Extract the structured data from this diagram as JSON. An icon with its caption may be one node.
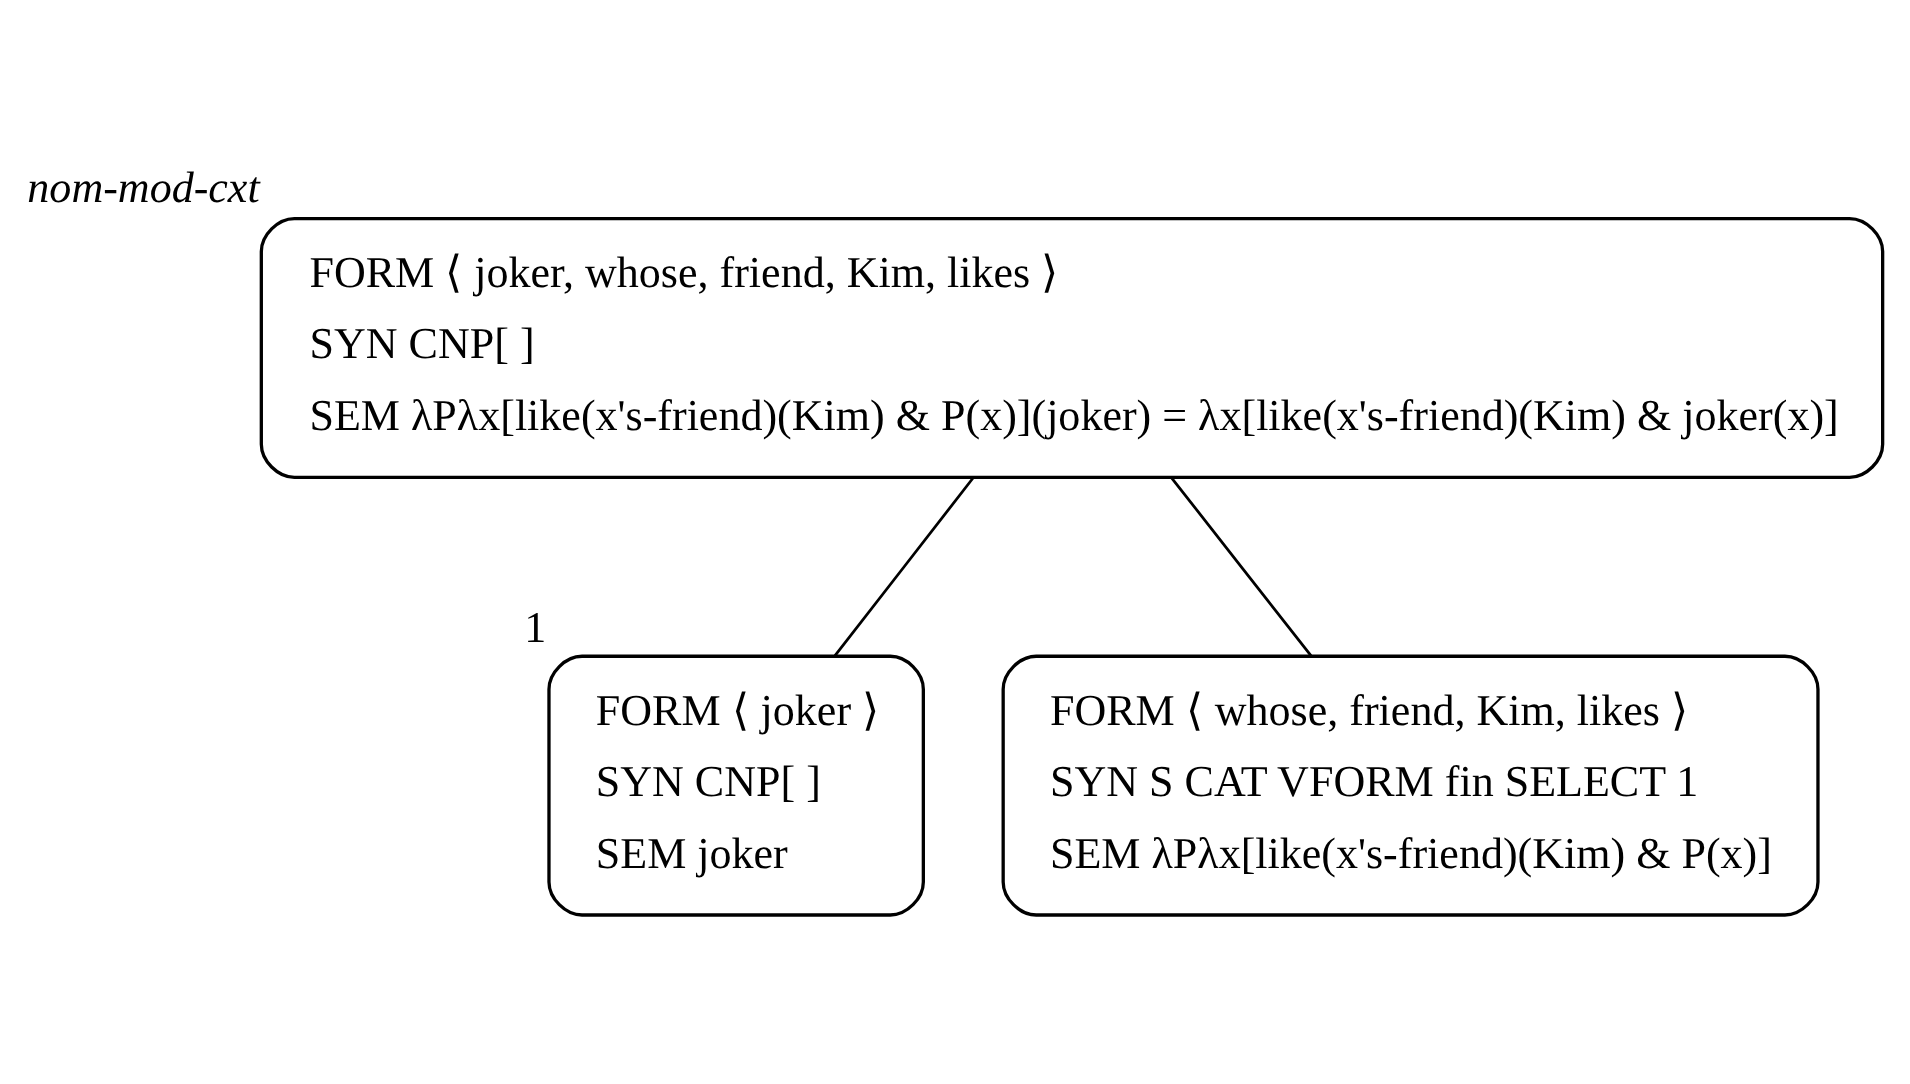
{
  "diagram": {
    "nodes": [
      {
        "text": [
          "FORM ⟨ joker, whose, friend, Kim, likes ⟩",
          "SYN CNP[ ]",
          "SEM λPλx[like(x's-friend)(Kim) & P(x)](joker) = λx[like(x's-friend)(Kim) & joker(x)]"
        ],
        "beside": [
          "nom-mod-cxt"
        ]
      },
      {
        "text": [
          "FORM ⟨ joker ⟩",
          "SYN CNP[ ]",
          "SEM joker"
        ],
        "beside": [
          "1"
        ]
      },
      {
        "text": [
          "FORM ⟨ whose, friend, Kim, likes ⟩",
          "SYN S CAT VFORM fin SELECT 1",
          "SEM λPλx[like(x's-friend)(Kim) & P(x)]"
        ]
      }
    ],
    "edges": [
      {
        "from": 0,
        "to": 1,
        "arrow": "none"
      },
      {
        "from": 0,
        "to": 2,
        "arrow": "none"
      }
    ]
  }
}
